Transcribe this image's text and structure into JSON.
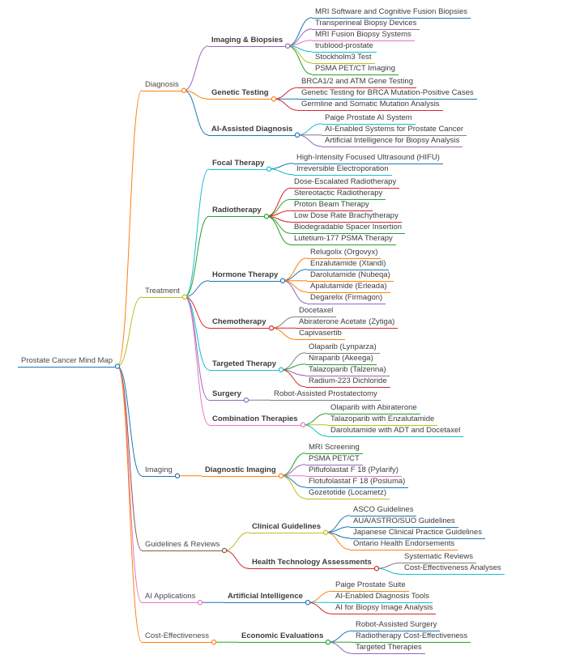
{
  "mindmap": {
    "root": {
      "label": "Prostate Cancer Mind Map",
      "color": "#1f77b4",
      "children": [
        {
          "label": "Diagnosis",
          "color": "#ff7f0e",
          "children": [
            {
              "label": "Imaging & Biopsies",
              "color": "#9467bd",
              "children": [
                {
                  "label": "MRI Software and Cognitive Fusion Biopsies",
                  "color": "#1f77b4"
                },
                {
                  "label": "Transperineal Biopsy Devices",
                  "color": "#9467bd"
                },
                {
                  "label": "MRI Fusion Biopsy Systems",
                  "color": "#e377c2"
                },
                {
                  "label": "trublood-prostate",
                  "color": "#17becf"
                },
                {
                  "label": "Stockholm3 Test",
                  "color": "#bcbd22"
                },
                {
                  "label": "PSMA PET/CT Imaging",
                  "color": "#2ca02c"
                }
              ]
            },
            {
              "label": "Genetic Testing",
              "color": "#ff7f0e",
              "children": [
                {
                  "label": "BRCA1/2 and ATM Gene Testing",
                  "color": "#d62728"
                },
                {
                  "label": "Genetic Testing for BRCA Mutation-Positive Cases",
                  "color": "#1f77b4"
                },
                {
                  "label": "Germline and Somatic Mutation Analysis",
                  "color": "#d62728"
                }
              ]
            },
            {
              "label": "AI-Assisted Diagnosis",
              "color": "#1f77b4",
              "children": [
                {
                  "label": "Paige Prostate AI System",
                  "color": "#17becf"
                },
                {
                  "label": "AI-Enabled Systems for Prostate Cancer",
                  "color": "#7f7f7f"
                },
                {
                  "label": "Artificial Intelligence for Biopsy Analysis",
                  "color": "#9467bd"
                }
              ]
            }
          ]
        },
        {
          "label": "Treatment",
          "color": "#bcbd22",
          "children": [
            {
              "label": "Focal Therapy",
              "color": "#17becf",
              "children": [
                {
                  "label": "High-Intensity Focused Ultrasound (HIFU)",
                  "color": "#1f77b4"
                },
                {
                  "label": "Irreversible Electroporation",
                  "color": "#17becf"
                }
              ]
            },
            {
              "label": "Radiotherapy",
              "color": "#2ca02c",
              "children": [
                {
                  "label": "Dose-Escalated Radiotherapy",
                  "color": "#d62728"
                },
                {
                  "label": "Stereotactic Radiotherapy",
                  "color": "#2ca02c"
                },
                {
                  "label": "Proton Beam Therapy",
                  "color": "#d62728"
                },
                {
                  "label": "Low Dose Rate Brachytherapy",
                  "color": "#d62728"
                },
                {
                  "label": "Biodegradable Spacer Insertion",
                  "color": "#2ca02c"
                },
                {
                  "label": "Lutetium-177 PSMA Therapy",
                  "color": "#2ca02c"
                }
              ]
            },
            {
              "label": "Hormone Therapy",
              "color": "#1f77b4",
              "children": [
                {
                  "label": "Relugolix (Orgovyx)",
                  "color": "#ff7f0e"
                },
                {
                  "label": "Enzalutamide (Xtandi)",
                  "color": "#1f77b4"
                },
                {
                  "label": "Darolutamide (Nubeqa)",
                  "color": "#ff7f0e"
                },
                {
                  "label": "Apalutamide (Erleada)",
                  "color": "#ff7f0e"
                },
                {
                  "label": "Degarelix (Firmagon)",
                  "color": "#9467bd"
                }
              ]
            },
            {
              "label": "Chemotherapy",
              "color": "#d62728",
              "children": [
                {
                  "label": "Docetaxel",
                  "color": "#7f7f7f"
                },
                {
                  "label": "Abiraterone Acetate (Zytiga)",
                  "color": "#d62728"
                },
                {
                  "label": "Capivasertib",
                  "color": "#ff7f0e"
                }
              ]
            },
            {
              "label": "Targeted Therapy",
              "color": "#17becf",
              "children": [
                {
                  "label": "Olaparib (Lynparza)",
                  "color": "#7f7f7f"
                },
                {
                  "label": "Niraparib (Akeega)",
                  "color": "#2ca02c"
                },
                {
                  "label": "Talazoparib (Talzenna)",
                  "color": "#9467bd"
                },
                {
                  "label": "Radium-223 Dichloride",
                  "color": "#d62728"
                }
              ]
            },
            {
              "label": "Surgery",
              "color": "#9467bd",
              "children": [
                {
                  "label": "Robot-Assisted Prostatectomy",
                  "color": "#7f7f7f"
                }
              ]
            },
            {
              "label": "Combination Therapies",
              "color": "#e377c2",
              "children": [
                {
                  "label": "Olaparib with Abiraterone",
                  "color": "#2ca02c"
                },
                {
                  "label": "Talazoparib with Enzalutamide",
                  "color": "#bcbd22"
                },
                {
                  "label": "Darolutamide with ADT and Docetaxel",
                  "color": "#17becf"
                }
              ]
            }
          ]
        },
        {
          "label": "Imaging",
          "color": "#1f77b4",
          "children": [
            {
              "label": "Diagnostic Imaging",
              "color": "#ff7f0e",
              "children": [
                {
                  "label": "MRI Screening",
                  "color": "#2ca02c"
                },
                {
                  "label": "PSMA PET/CT",
                  "color": "#9467bd"
                },
                {
                  "label": "Piflufolastat F 18 (Pylarify)",
                  "color": "#e377c2"
                },
                {
                  "label": "Flotufolastat F 18 (Posluma)",
                  "color": "#1f77b4"
                },
                {
                  "label": "Gozetotide (Locametz)",
                  "color": "#bcbd22"
                }
              ]
            }
          ]
        },
        {
          "label": "Guidelines & Reviews",
          "color": "#8c564b",
          "children": [
            {
              "label": "Clinical Guidelines",
              "color": "#bcbd22",
              "children": [
                {
                  "label": "ASCO Guidelines",
                  "color": "#1f77b4"
                },
                {
                  "label": "AUA/ASTRO/SUO Guidelines",
                  "color": "#1f77b4"
                },
                {
                  "label": "Japanese Clinical Practice Guidelines",
                  "color": "#1f77b4"
                },
                {
                  "label": "Ontario Health Endorsements",
                  "color": "#ff7f0e"
                }
              ]
            },
            {
              "label": "Health Technology Assessments",
              "color": "#d62728",
              "children": [
                {
                  "label": "Systematic Reviews",
                  "color": "#7f7f7f"
                },
                {
                  "label": "Cost-Effectiveness Analyses",
                  "color": "#17becf"
                }
              ]
            }
          ]
        },
        {
          "label": "AI Applications",
          "color": "#e377c2",
          "children": [
            {
              "label": "Artificial Intelligence",
              "color": "#1f77b4",
              "children": [
                {
                  "label": "Paige Prostate Suite",
                  "color": "#ff7f0e"
                },
                {
                  "label": "AI-Enabled Diagnosis Tools",
                  "color": "#17becf"
                },
                {
                  "label": "AI for Biopsy Image Analysis",
                  "color": "#d62728"
                }
              ]
            }
          ]
        },
        {
          "label": "Cost-Effectiveness",
          "color": "#ff7f0e",
          "children": [
            {
              "label": "Economic Evaluations",
              "color": "#2ca02c",
              "children": [
                {
                  "label": "Robot-Assisted Surgery",
                  "color": "#1f77b4"
                },
                {
                  "label": "Radiotherapy Cost-Effectiveness",
                  "color": "#2ca02c"
                },
                {
                  "label": "Targeted Therapies",
                  "color": "#9467bd"
                }
              ]
            }
          ]
        }
      ]
    }
  }
}
